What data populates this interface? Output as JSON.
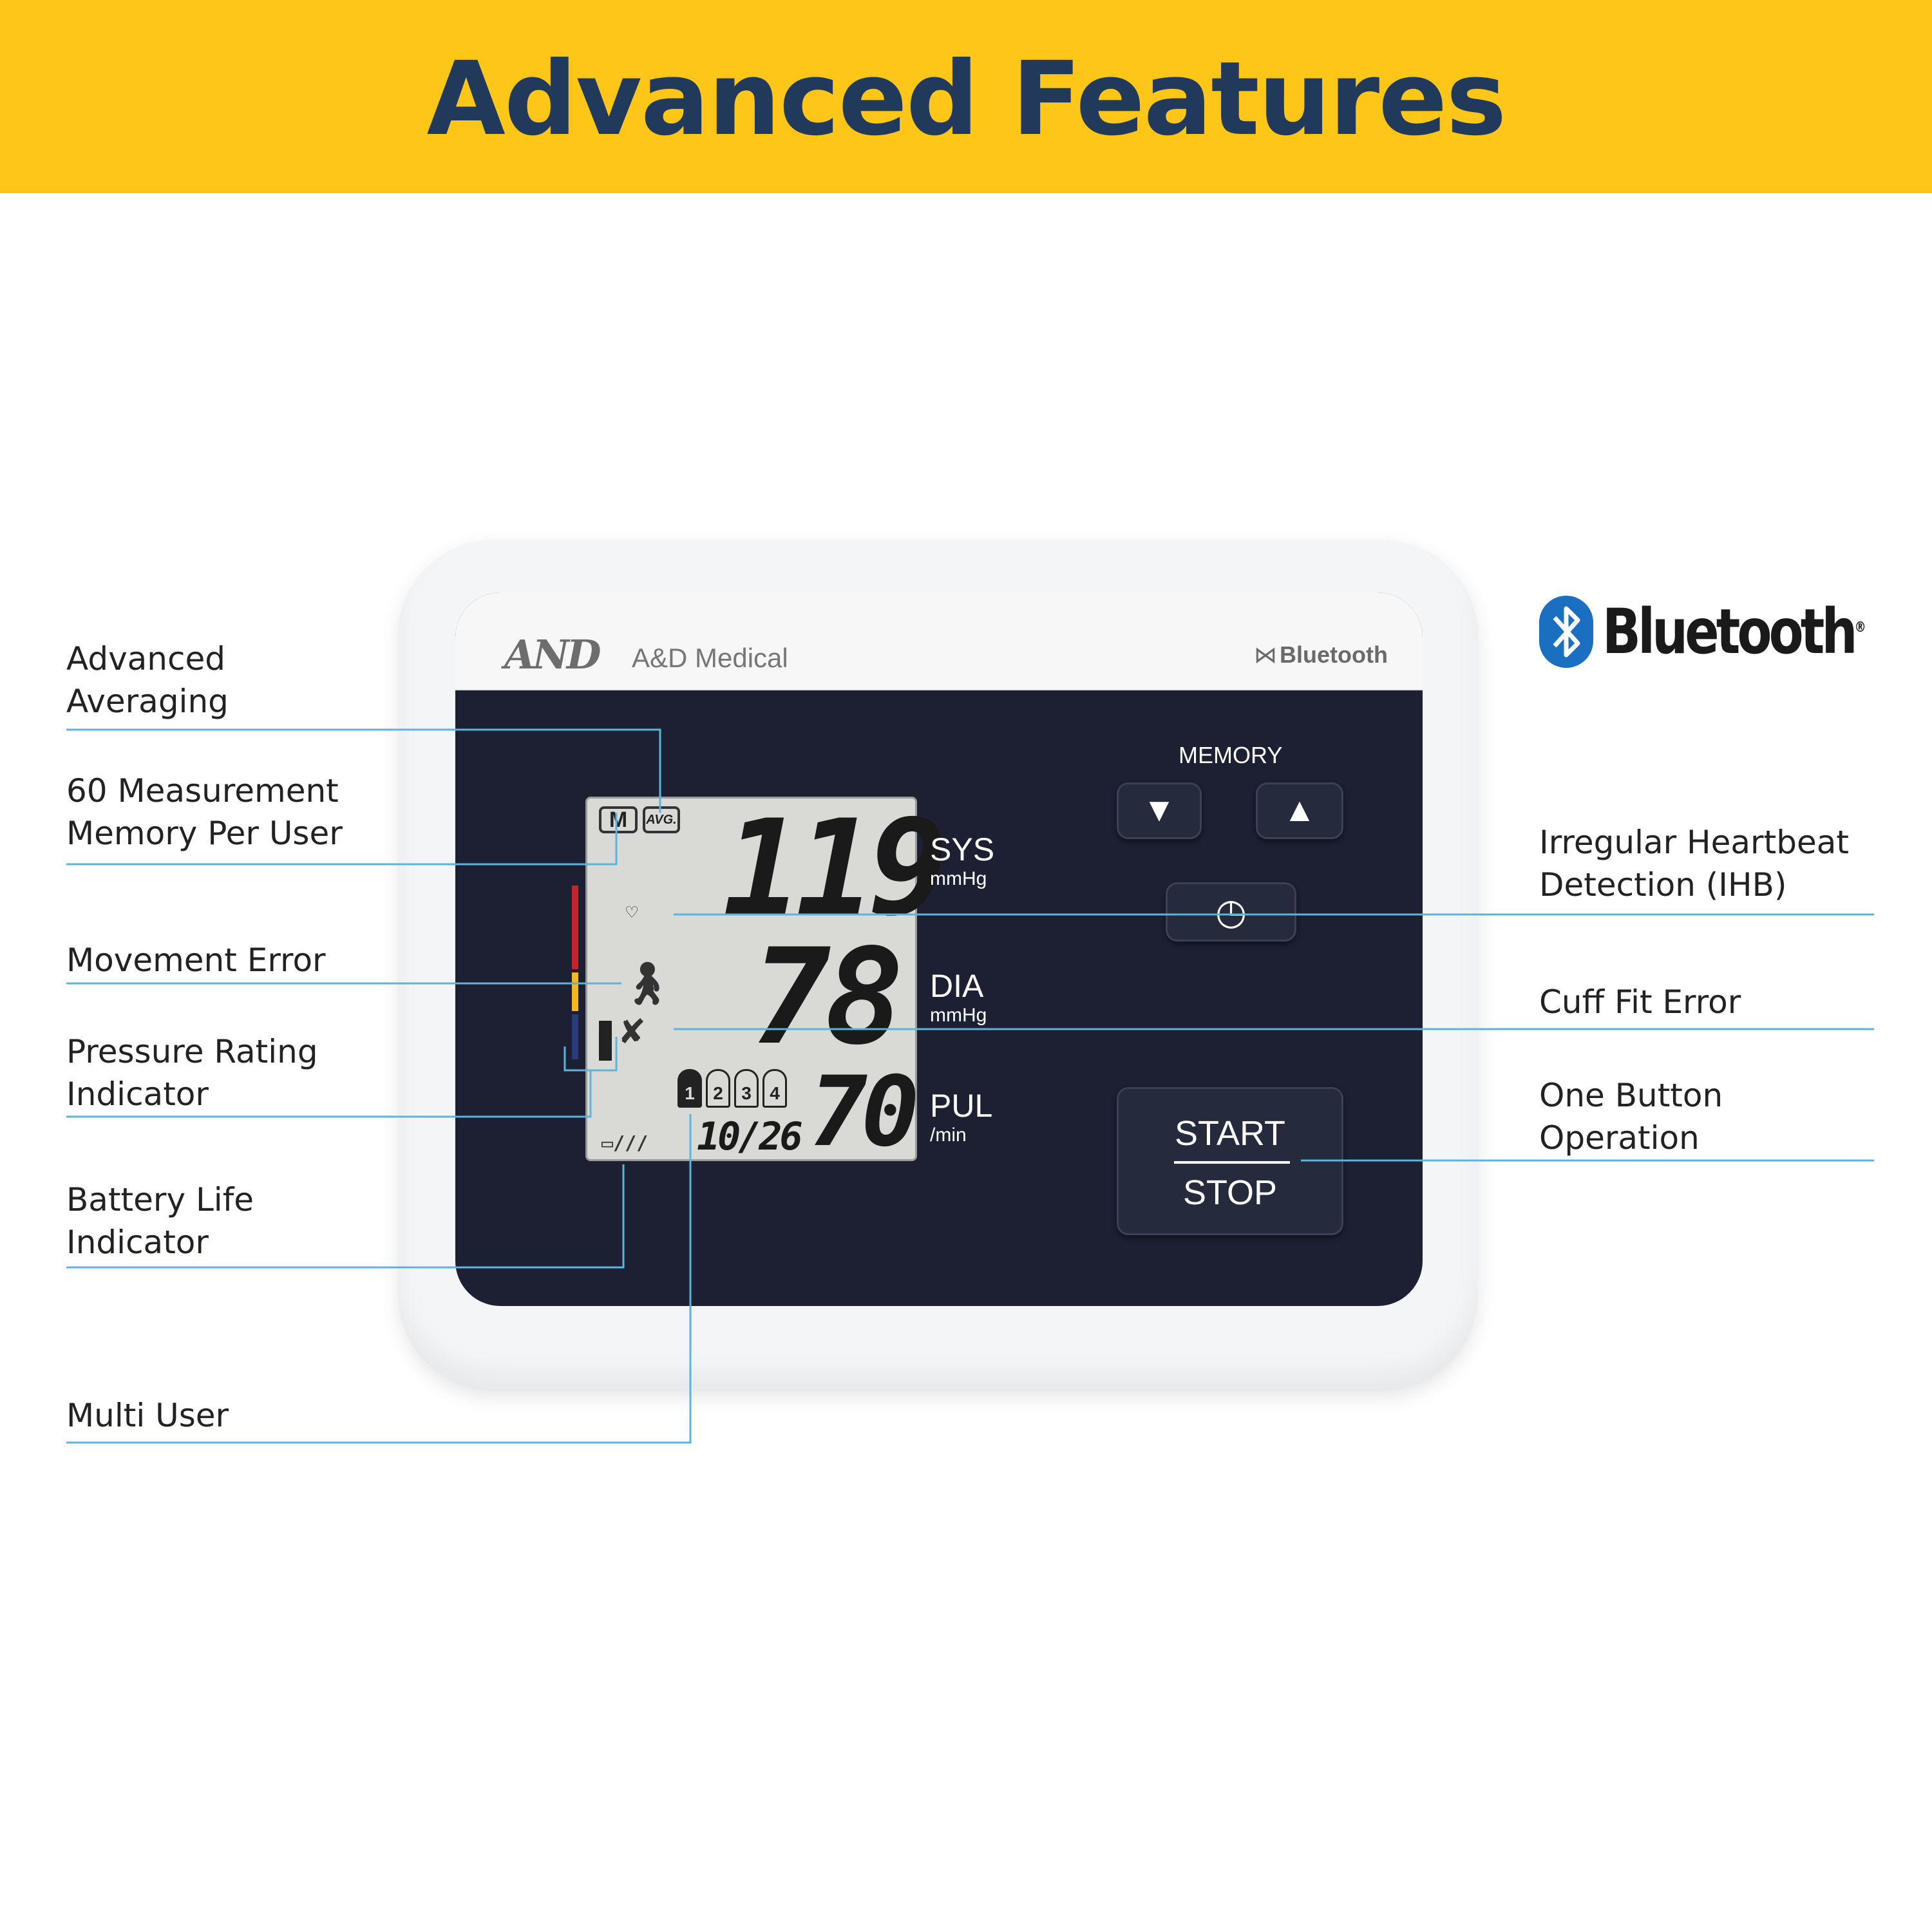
{
  "banner": {
    "title": "Advanced Features"
  },
  "device": {
    "logo": "AND",
    "brand_name": "A&D Medical",
    "bluetooth_label": "Bluetooth",
    "memory_label": "MEMORY",
    "mem_down_icon": "triangle-down-icon",
    "mem_up_icon": "triangle-up-icon",
    "clock_icon": "clock-icon",
    "start_label": "START",
    "stop_label": "STOP",
    "units": {
      "sys": "SYS",
      "sys_unit": "mmHg",
      "dia": "DIA",
      "dia_unit": "mmHg",
      "pul": "PUL",
      "pul_unit": "/min"
    },
    "lcd": {
      "memory_tag": "M",
      "avg_tag": "AVG.",
      "systolic": "119",
      "diastolic": "78",
      "pulse": "70",
      "date": "10/26",
      "users": [
        "1",
        "2",
        "3",
        "4"
      ],
      "active_user": "1",
      "ihb_icon": "heart-wave-icon",
      "movement_icon": "movement-icon",
      "cuff_icon": "cuff-error-icon",
      "battery_icon": "battery-icon"
    },
    "pressure_scale_colors": [
      "#c8232c",
      "#f2b81c",
      "#2a3a7a"
    ]
  },
  "bluetooth_logo": {
    "text": "Bluetooth",
    "mark": "®",
    "color": "#1a6fc0"
  },
  "callouts": {
    "advanced_averaging": "Advanced\nAveraging",
    "memory": "60 Measurement\nMemory Per User",
    "movement_error": "Movement Error",
    "pressure_rating": "Pressure Rating\nIndicator",
    "battery_life": "Battery Life\nIndicator",
    "multi_user": "Multi User",
    "ihb": "Irregular Heartbeat\nDetection (IHB)",
    "cuff_fit": "Cuff Fit Error",
    "one_button": "One Button\nOperation"
  },
  "line_color": "#5ab4dc"
}
